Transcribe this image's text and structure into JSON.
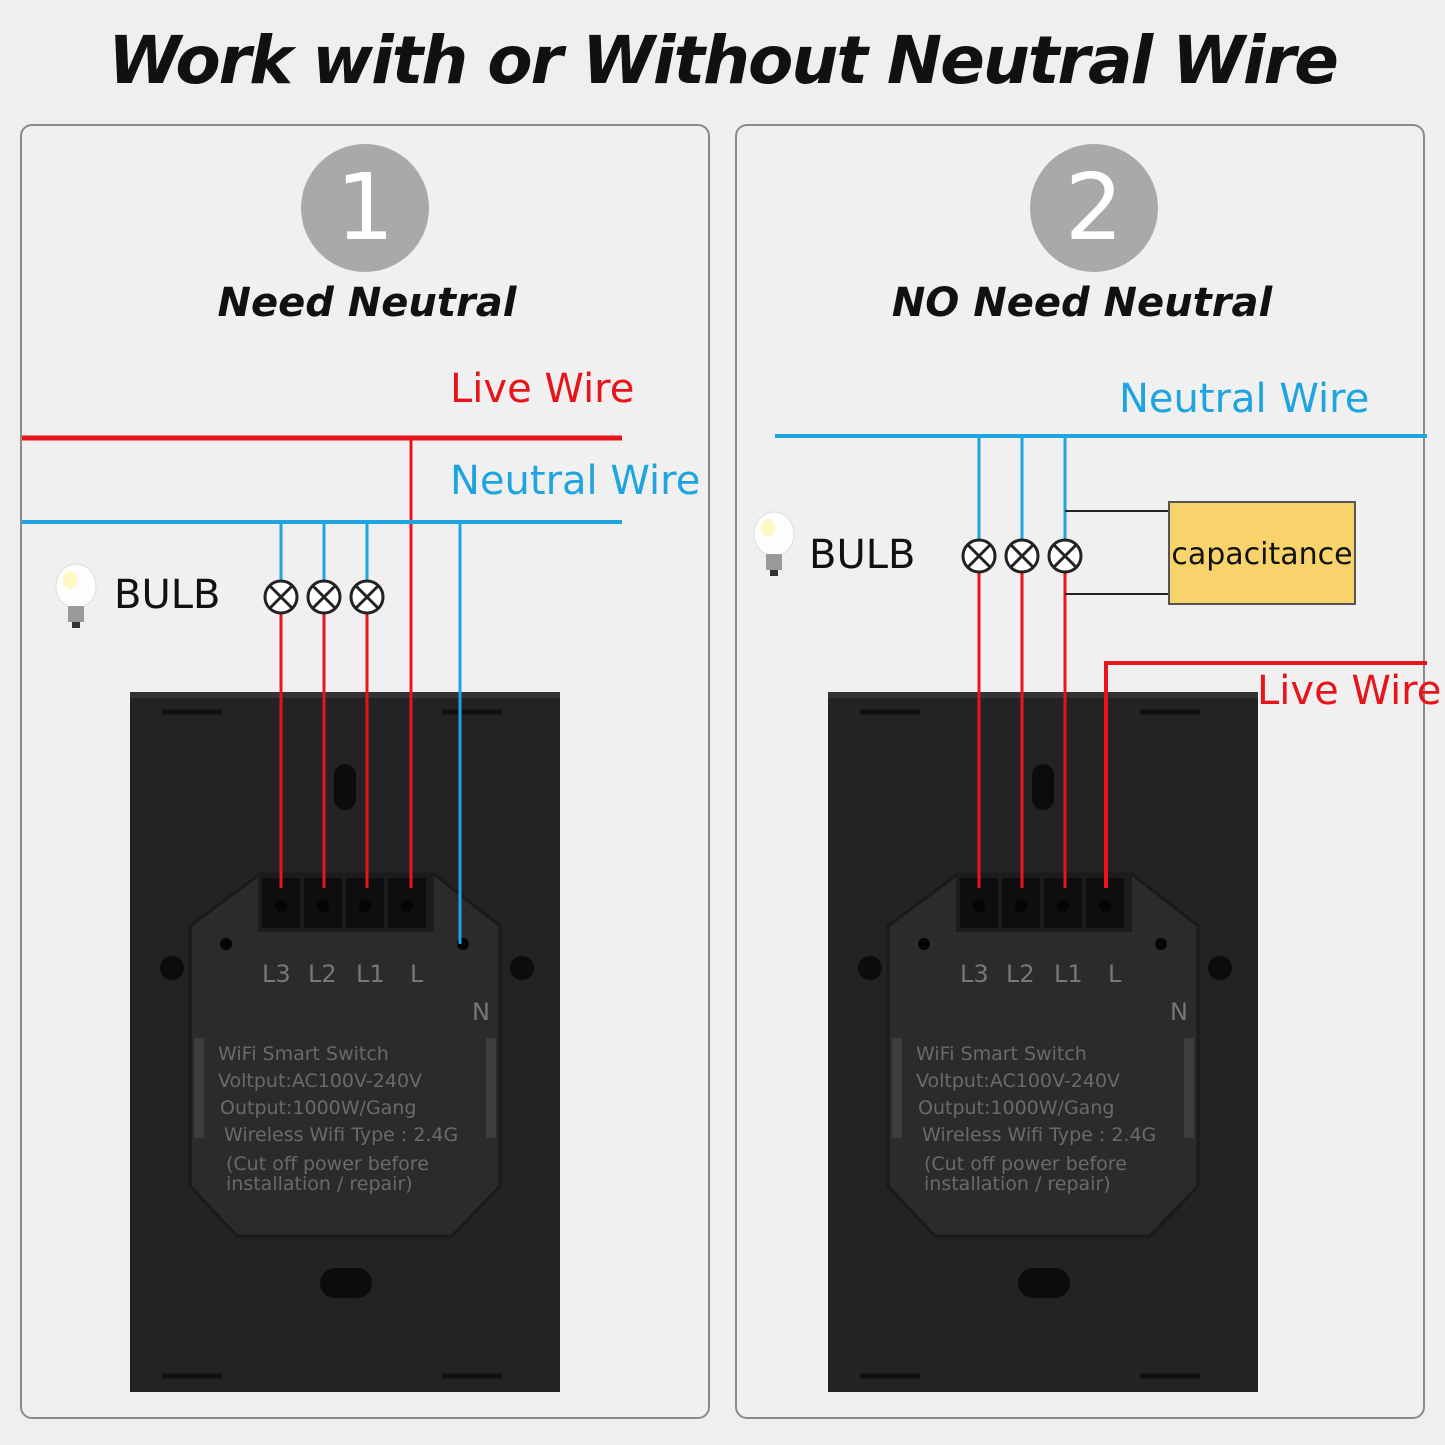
{
  "title": "Work with or Without Neutral Wire",
  "panels": [
    {
      "number": "1",
      "subtitle": "Need Neutral",
      "wire_top": "Live Wire",
      "wire_bottom": "Neutral Wire",
      "bulb_label": "BULB"
    },
    {
      "number": "2",
      "subtitle": "NO Need Neutral",
      "wire_top": "Neutral Wire",
      "wire_side": "Live Wire",
      "bulb_label": "BULB",
      "capacitor_label": "capacitance"
    }
  ],
  "switch": {
    "terminals": [
      "L3",
      "L2",
      "L1",
      "L"
    ],
    "neutral_terminal": "N",
    "spec_lines": [
      "WiFi Smart Switch",
      "Voltput:AC100V-240V",
      "Output:1000W/Gang",
      "Wireless Wifi Type : 2.4G",
      "(Cut off power before",
      "installation / repair)"
    ]
  },
  "colors": {
    "live": "#e8141c",
    "neutral": "#1ea5e0",
    "switch_body": "#232323",
    "capacitor_fill": "#f8d36b"
  }
}
